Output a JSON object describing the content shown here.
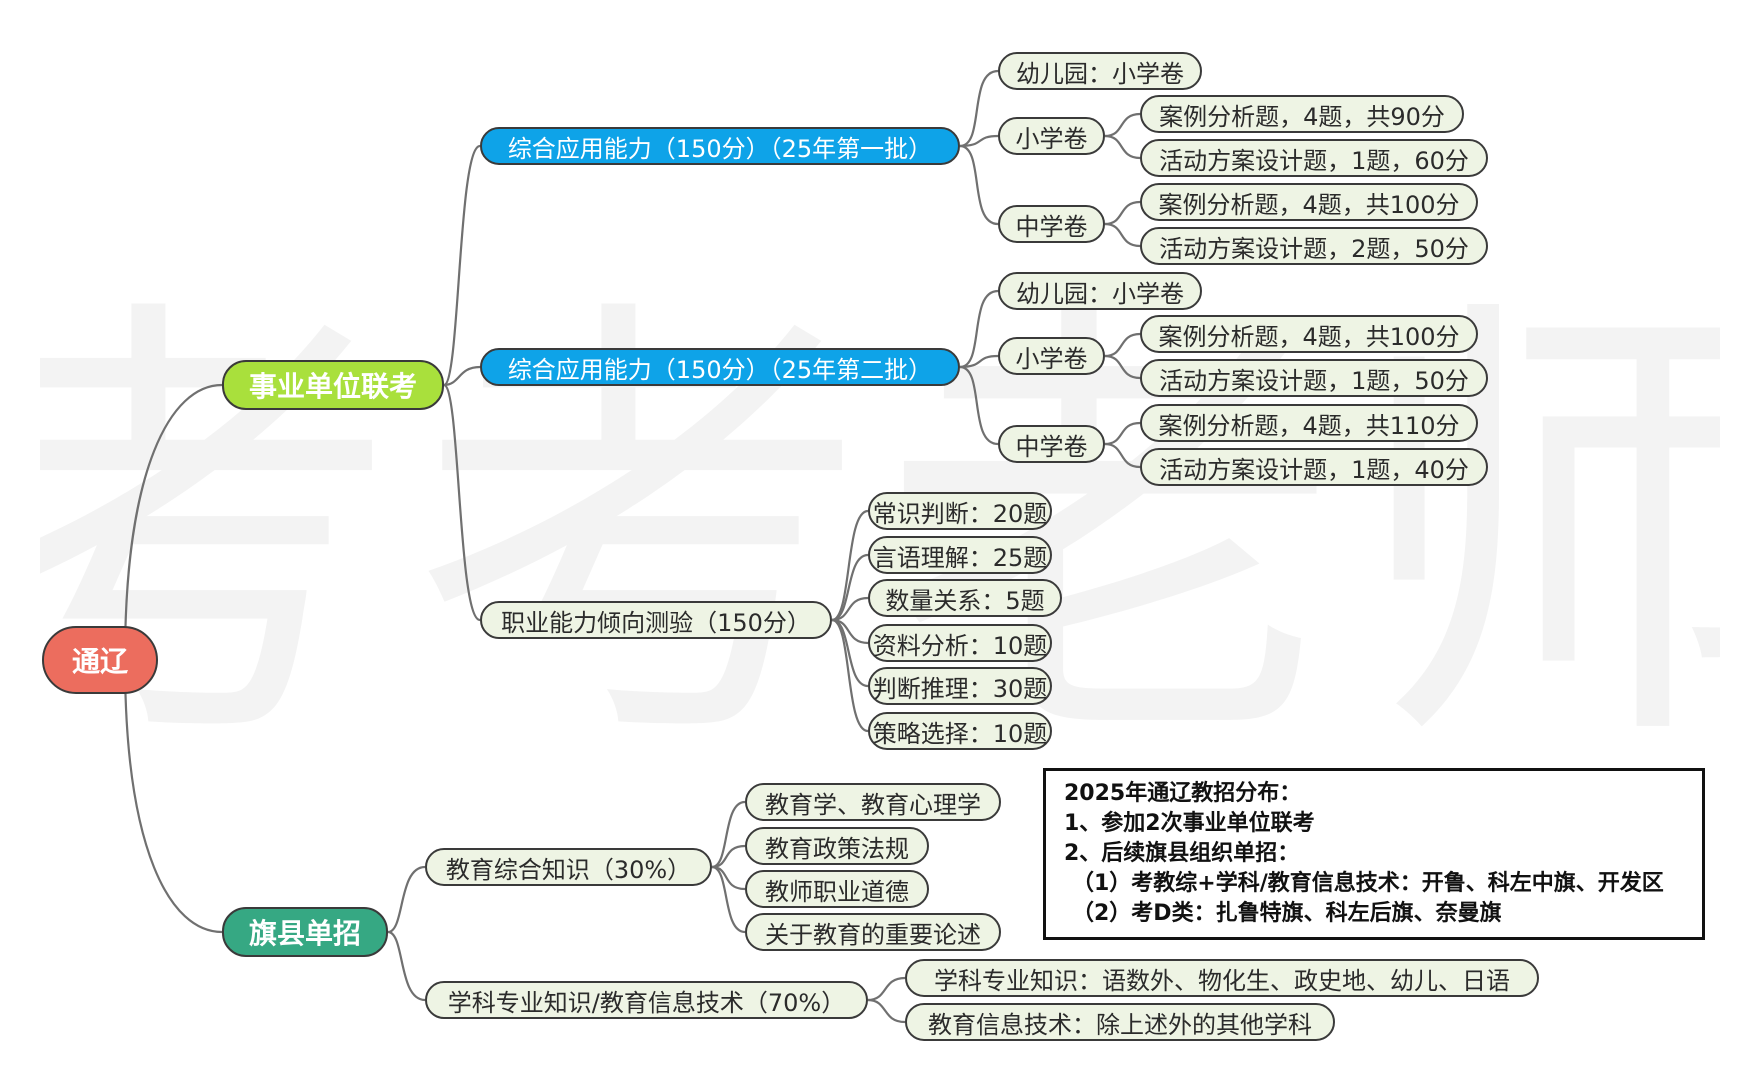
{
  "watermark": "考考老师",
  "root": "通辽",
  "branches": {
    "shiye": {
      "label": "事业单位联考",
      "batch1": {
        "label": "综合应用能力（150分）（25年第一批）",
        "kindergarten": "幼儿园：小学卷",
        "primary": {
          "label": "小学卷",
          "items": [
            "案例分析题，4题，共90分",
            "活动方案设计题，1题，60分"
          ]
        },
        "middle": {
          "label": "中学卷",
          "items": [
            "案例分析题，4题，共100分",
            "活动方案设计题，2题，50分"
          ]
        }
      },
      "batch2": {
        "label": "综合应用能力（150分）（25年第二批）",
        "kindergarten": "幼儿园：小学卷",
        "primary": {
          "label": "小学卷",
          "items": [
            "案例分析题，4题，共100分",
            "活动方案设计题，1题，50分"
          ]
        },
        "middle": {
          "label": "中学卷",
          "items": [
            "案例分析题，4题，共110分",
            "活动方案设计题，1题，40分"
          ]
        }
      },
      "aptitude": {
        "label": "职业能力倾向测验（150分）",
        "items": [
          "常识判断：20题",
          "言语理解：25题",
          "数量关系：5题",
          "资料分析：10题",
          "判断推理：30题",
          "策略选择：10题"
        ]
      }
    },
    "qixian": {
      "label": "旗县单招",
      "edu": {
        "label": "教育综合知识（30%）",
        "items": [
          "教育学、教育心理学",
          "教育政策法规",
          "教师职业道德",
          "关于教育的重要论述"
        ]
      },
      "subject": {
        "label": "学科专业知识/教育信息技术（70%）",
        "items": [
          "学科专业知识：语数外、物化生、政史地、幼儿、日语",
          "教育信息技术：除上述外的其他学科"
        ]
      }
    }
  },
  "note": {
    "title": "2025年通辽教招分布：",
    "line1": "1、参加2次事业单位联考",
    "line2": "2、后续旗县组织单招：",
    "line3": "（1）考教综+学科/教育信息技术：开鲁、科左中旗、开发区",
    "line4": "（2）考D类：扎鲁特旗、科左后旗、奈曼旗"
  }
}
